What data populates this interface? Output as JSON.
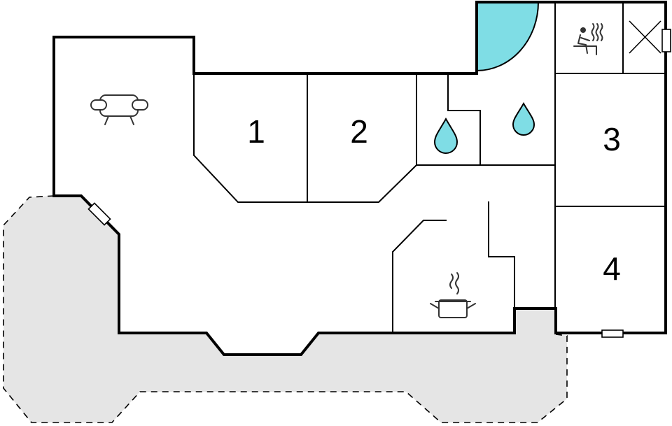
{
  "plan": {
    "rooms": [
      {
        "id": "bedroom-1",
        "label": "1"
      },
      {
        "id": "bedroom-2",
        "label": "2"
      },
      {
        "id": "bedroom-3",
        "label": "3"
      },
      {
        "id": "bedroom-4",
        "label": "4"
      }
    ],
    "icons": [
      {
        "id": "living-room",
        "icon": "sofa-icon"
      },
      {
        "id": "bathroom-1",
        "icon": "water-drop-icon"
      },
      {
        "id": "bathroom-2",
        "icon": "water-drop-icon"
      },
      {
        "id": "sauna",
        "icon": "sauna-icon"
      },
      {
        "id": "technical-room",
        "icon": "cross-icon"
      },
      {
        "id": "kitchen",
        "icon": "cooking-pot-icon"
      }
    ],
    "colors": {
      "water": "#7fdde5",
      "terrace": "#e5e5e5",
      "walls": "#000000",
      "background": "#ffffff"
    }
  }
}
